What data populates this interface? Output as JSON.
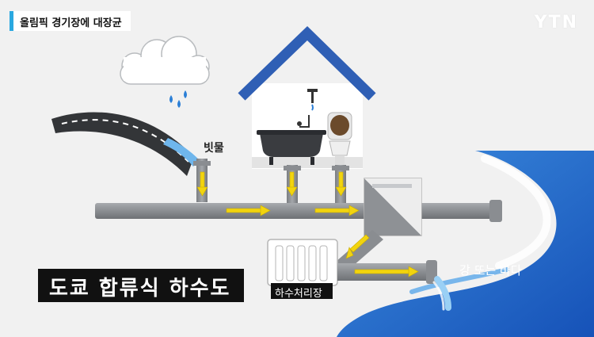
{
  "topic_banner": {
    "text": "올림픽 경기장에 대장균"
  },
  "broadcaster_logo": "YTN",
  "labels": {
    "rainwater": "빗물",
    "treatment_plant": "하수처리장",
    "river_or_sea": "강 또는 바다"
  },
  "title": "도쿄 합류식 하수도",
  "icons": [
    "cloud-icon",
    "raindrop-icon",
    "road-icon",
    "house-icon",
    "bathtub-icon",
    "toilet-icon",
    "faucet-icon",
    "pipe-icon",
    "flow-arrow-icon",
    "overflow-chamber-icon",
    "treatment-plant-icon",
    "river-icon"
  ],
  "colors": {
    "background": "#f1f1f1",
    "roof": "#2f5fb5",
    "pipe": "#8c8f93",
    "arrow": "#f2d40f",
    "river": "#1f6fd0",
    "river_light": "#6fb6ec",
    "road": "#3a3a3a",
    "banner_accent": "#2aa8e0",
    "label_box": "#111111"
  }
}
